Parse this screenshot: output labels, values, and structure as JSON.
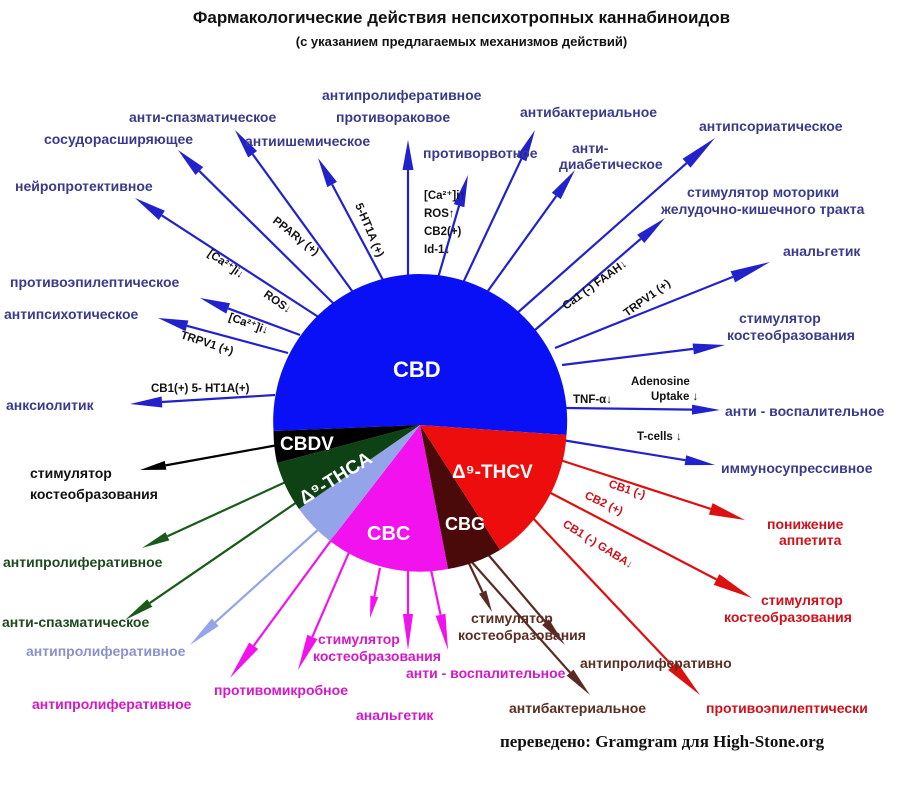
{
  "title": "Фармакологические действия непсихотропных каннабиноидов",
  "subtitle": "(с указанием предлагаемых механизмов действий)",
  "credit": "переведено: Gramgram для High-Stone.org",
  "segments": {
    "cbd": "CBD",
    "cbdv": "CBDV",
    "thca": "Δ⁹-THCA",
    "thcv": "Δ⁹-THCV",
    "cbc": "CBC",
    "cbg": "CBG"
  },
  "colors": {
    "cbd": "#0a10f5",
    "cbdv": "#000000",
    "thca": "#0e4214",
    "lavender": "#93a5e8",
    "cbc": "#f212ee",
    "cbg": "#4a0a0a",
    "thcv": "#ee0d0d",
    "arrow_blue": "#2222cc",
    "arrow_green": "#1a5a1a",
    "arrow_brown": "#5a2a22",
    "arrow_red": "#dd1010"
  },
  "effects": {
    "antiproliferative_cancer": "антипролиферативное",
    "anticancer": "противораковое",
    "antispasmodic": "анти-спазматическое",
    "antiischemic": "антиишемическое",
    "vasodilator": "сосудорасширяющее",
    "antiemetic": "противорвотное",
    "antibacterial": "антибактериальное",
    "antidiabetic_1": "анти-",
    "antidiabetic_2": "диабетическое",
    "antipsoriatic": "антипсориатическое",
    "neuroprotective": "нейропротективное",
    "gi_motility_1": "стимулятор моторики",
    "gi_motility_2": "желудочно-кишечного тракта",
    "analgesic": "анальгетик",
    "antiepileptic": "противоэпилептическое",
    "antipsychotic": "антипсихотическое",
    "bone_blue_1": "стимулятор",
    "bone_blue_2": "костеобразования",
    "anxiolytic": "анксиолитик",
    "antiinflammatory_blue": "анти - воспалительное",
    "immunosuppressive": "иммуносупрессивное",
    "bone_black_1": "стимулятор",
    "bone_black_2": "костеобразования",
    "antiproliferative_green": "антипролиферативное",
    "antispasmodic_green": "анти-спазматическое",
    "antiproliferative_lav": "антипролиферативное",
    "antiproliferative_mag": "антипролиферативное",
    "antimicrobial": "противомикробное",
    "bone_mag_1": "стимулятор",
    "bone_mag_2": "костеобразования",
    "analgesic_mag": "анальгетик",
    "antiinflammatory_mag": "анти - воспалительное",
    "bone_brown_1": "стимулятор",
    "bone_brown_2": "костеобразования",
    "antiproliferative_brown": "антипролиферативно",
    "antibacterial_brown": "антибактериальное",
    "appetite_1": "понижение",
    "appetite_2": "аппетита",
    "bone_red_1": "стимулятор",
    "bone_red_2": "костеобразования",
    "antiepileptic_red": "противоэпилептически"
  },
  "mechanisms": {
    "ht1a": "5-HT1A (+)",
    "ppar": "PPARγ (+)",
    "ca_ros_1": "[Ca²⁺]i↓",
    "ca_ros_2": "ROS↓",
    "ca_trpv_1": "[Ca²⁺]i↓",
    "ca_trpv_2": "TRPV1 (+)",
    "cb1_ht1a": "CB1(+) 5- HT1A(+)",
    "stack_1": "[Ca²⁺]i↑",
    "stack_2": "ROS↑",
    "stack_3": "CB2(+)",
    "stack_4": "Id-1↓",
    "faah": "Ca1 (-) FAAH↓",
    "trpv1_right": "TRPV1 (+)",
    "tnf": "TNF-α↓",
    "adenosine_1": "Adenosine",
    "adenosine_2": "Uptake ↓",
    "tcells": "T-cells ↓",
    "red_cb1": "CB1 (-)",
    "red_cb2": "CB2 (+)",
    "red_cb1_gaba": "CB1 (-) GABA↓"
  }
}
